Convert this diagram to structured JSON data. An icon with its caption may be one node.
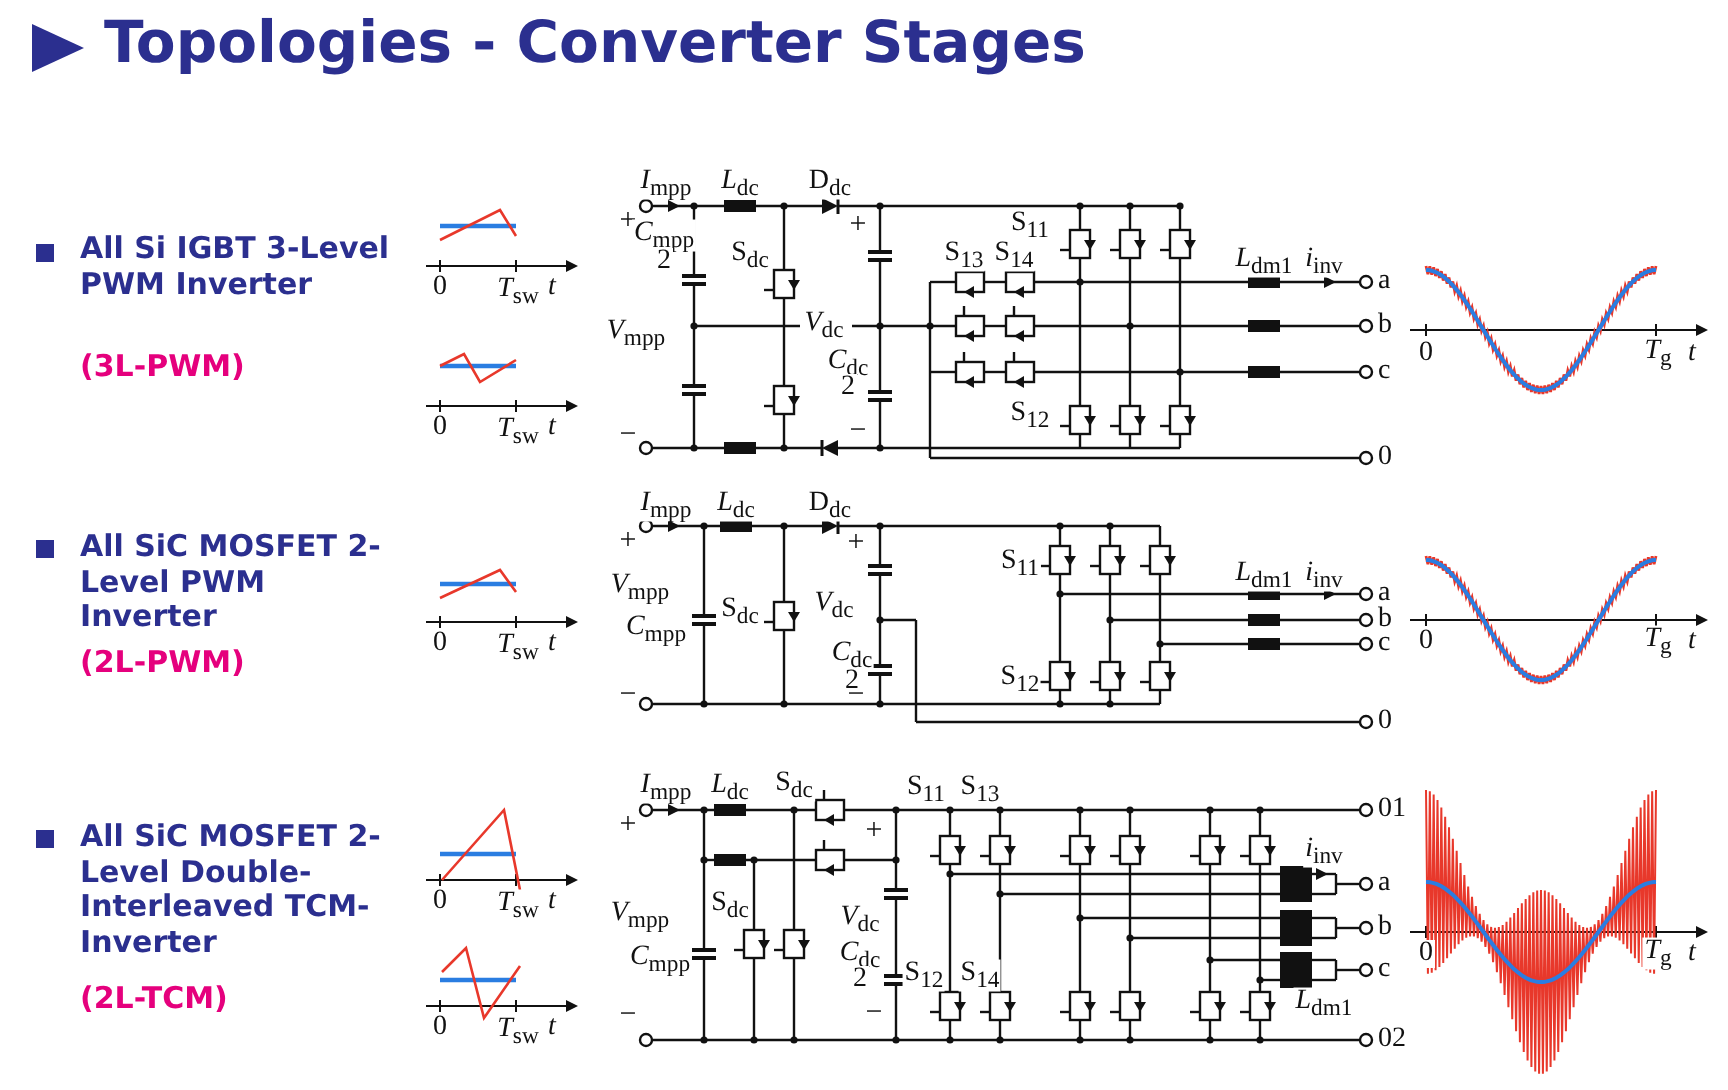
{
  "diagram": {
    "title": "Topologies - Converter Stages",
    "labels": [
      "All Si IGBT 3-Level PWM Inverter",
      "(3L-PWM)",
      "0",
      "*T*$_{sw}$",
      "*t*",
      "0",
      "*T*$_{sw}$",
      "*t*",
      "*I*$_{mpp}$",
      "+",
      "*L*$_{dc}$",
      "D$_{dc}$",
      "+",
      "*C*$_{mpp}$",
      "2",
      "S$_{dc}$",
      "S$_{13}$",
      "S$_{14}$",
      "S$_{11}$",
      "*L*$_{dm1}$",
      "*i*$_{inv}$",
      "a",
      "*V*$_{mpp}$",
      "*V*$_{dc}$",
      "b",
      "*C*$_{dc}$",
      "2",
      "c",
      "S$_{12}$",
      "−",
      "−",
      "0",
      "0",
      "*T*$_{g}$",
      "*t*",
      "All SiC MOSFET 2-Level PWM Inverter",
      "(2L-PWM)",
      "0",
      "*T*$_{sw}$",
      "*t*",
      "*I*$_{mpp}$",
      "+",
      "*L*$_{dc}$",
      "D$_{dc}$",
      "+",
      "*V*$_{mpp}$",
      "S$_{11}$",
      "*L*$_{dm1}$",
      "*i*$_{inv}$",
      "a",
      "*C*$_{mpp}$",
      "S$_{dc}$",
      "*V*$_{dc}$",
      "b",
      "c",
      "*C*$_{dc}$",
      "2",
      "S$_{12}$",
      "−",
      "−",
      "0",
      "0",
      "*T*$_{g}$",
      "*t*",
      "All SiC MOSFET 2-Level Double-Interleaved TCM-Inverter",
      "(2L-TCM)",
      "0",
      "*T*$_{sw}$",
      "*t*",
      "0",
      "*T*$_{sw}$",
      "*t*",
      "*I*$_{mpp}$",
      "+",
      "*L*$_{dc}$",
      "S$_{dc}$",
      "S$_{11}$",
      "S$_{13}$",
      "01",
      "+",
      "*i*$_{inv}$",
      "a",
      "*V*$_{mpp}$",
      "S$_{dc}$",
      "*V*$_{dc}$",
      "b",
      "*C*$_{mpp}$",
      "*C*$_{dc}$",
      "2",
      "S$_{12}$",
      "S$_{14}$",
      "c",
      "*L*$_{dm1}$",
      "−",
      "−",
      "02",
      "0",
      "*T*$_{g}$",
      "*t*"
    ]
  }
}
